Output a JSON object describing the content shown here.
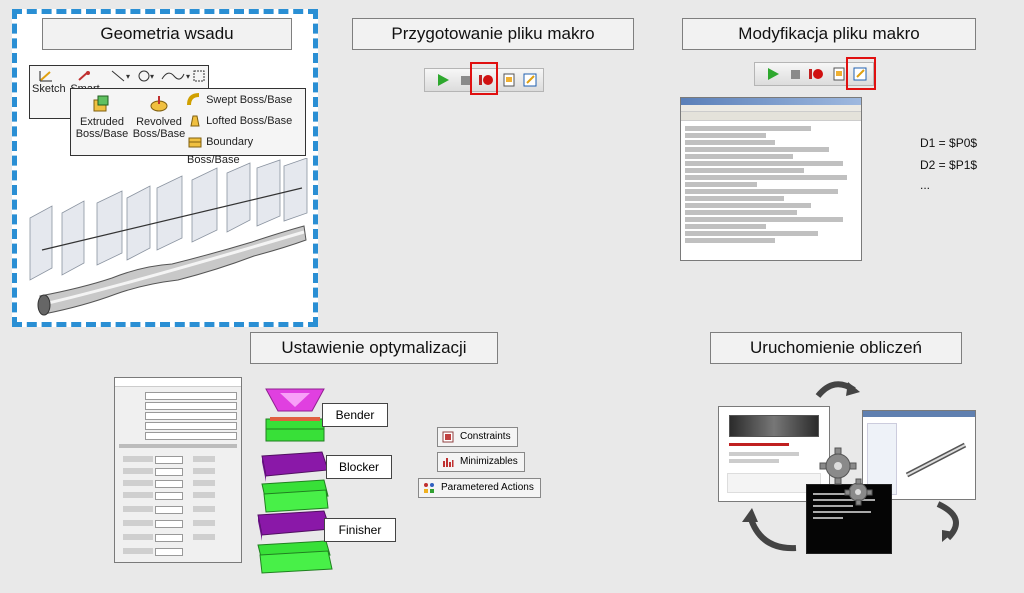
{
  "titles": {
    "geometry": "Geometria wsadu",
    "prep_macro": "Przygotowanie pliku makro",
    "modify_macro": "Modyfikacja pliku makro",
    "optimization": "Ustawienie optymalizacji",
    "run": "Uruchomienie obliczeń"
  },
  "ribbon": {
    "sketch": "Sketch",
    "smart": "Smart",
    "extruded": "Extruded\nBoss/Base",
    "revolved": "Revolved\nBoss/Base",
    "swept": "Swept Boss/Base",
    "lofted": "Lofted Boss/Base",
    "boundary": "Boundary Boss/Base"
  },
  "params": {
    "d1": "D1 = $P0$",
    "d2": "D2 = $P1$",
    "ellipsis": "..."
  },
  "dies": {
    "bender": "Bender",
    "blocker": "Blocker",
    "finisher": "Finisher"
  },
  "opt_items": {
    "constraints": "Constraints",
    "minimizables": "Minimizables",
    "parametered": "Parametered Actions"
  },
  "colors": {
    "dashed_border": "#2a8fd4",
    "highlight": "#e01010",
    "bender": "#e040e0",
    "green": "#38e038",
    "purple": "#8a18a8"
  }
}
